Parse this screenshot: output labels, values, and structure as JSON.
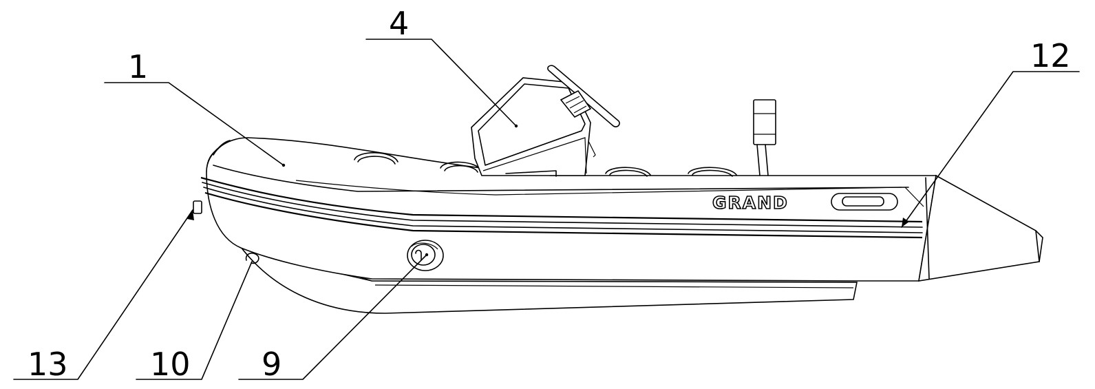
{
  "drawing": {
    "brand_text": "GRAND",
    "callouts": [
      {
        "id": "1",
        "label": "1"
      },
      {
        "id": "4",
        "label": "4"
      },
      {
        "id": "12",
        "label": "12"
      },
      {
        "id": "13",
        "label": "13"
      },
      {
        "id": "10",
        "label": "10"
      },
      {
        "id": "9",
        "label": "9"
      }
    ]
  }
}
